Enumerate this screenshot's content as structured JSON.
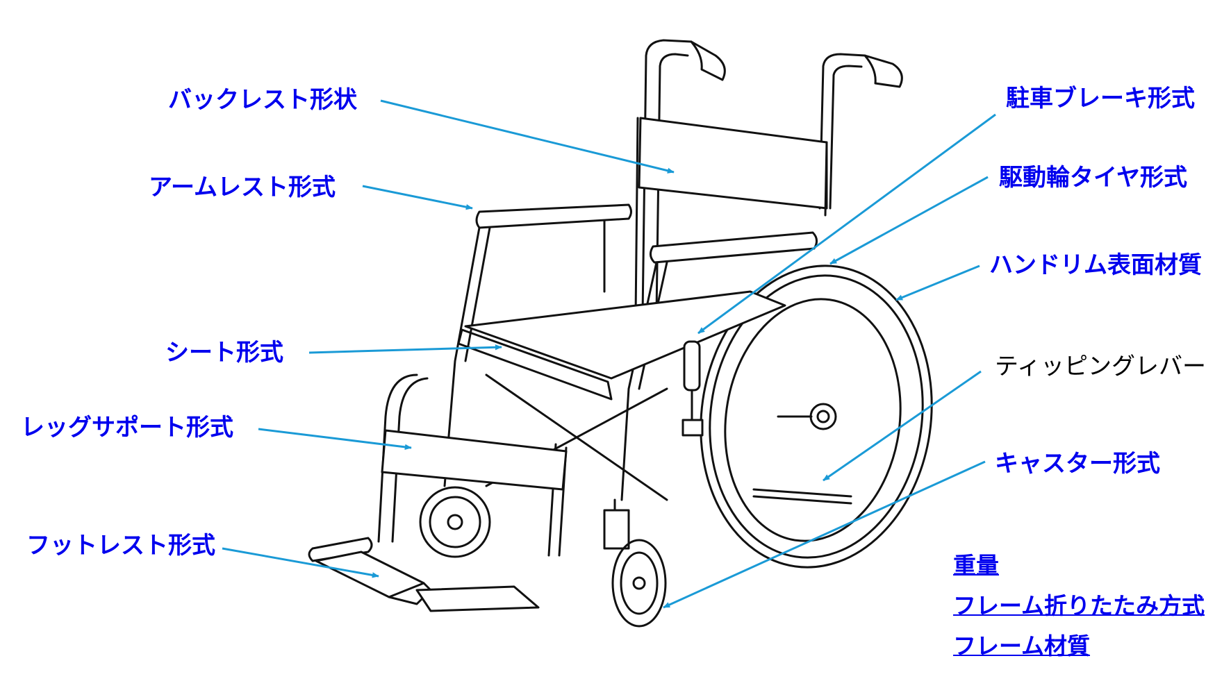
{
  "colors": {
    "label_blue": "#0000ee",
    "label_black": "#000000",
    "arrow_blue": "#1a9ad6",
    "drawing_line": "#111111",
    "background": "#ffffff"
  },
  "labels": {
    "backrest": "バックレスト形状",
    "armrest": "アームレスト形式",
    "seat": "シート形式",
    "legsupport": "レッグサポート形式",
    "footrest": "フットレスト形式",
    "parking_brake": "駐車ブレーキ形式",
    "drive_tire": "駆動輪タイヤ形式",
    "handrim": "ハンドリム表面材質",
    "tipping_lever": "ティッピングレバー",
    "caster": "キャスター形式"
  },
  "specs": {
    "weight": "重量",
    "folding": "フレーム折りたたみ方式",
    "frame_material": "フレーム材質"
  },
  "illustration": {
    "subject": "wheelchair-line-drawing",
    "icon": "wheelchair-icon"
  }
}
